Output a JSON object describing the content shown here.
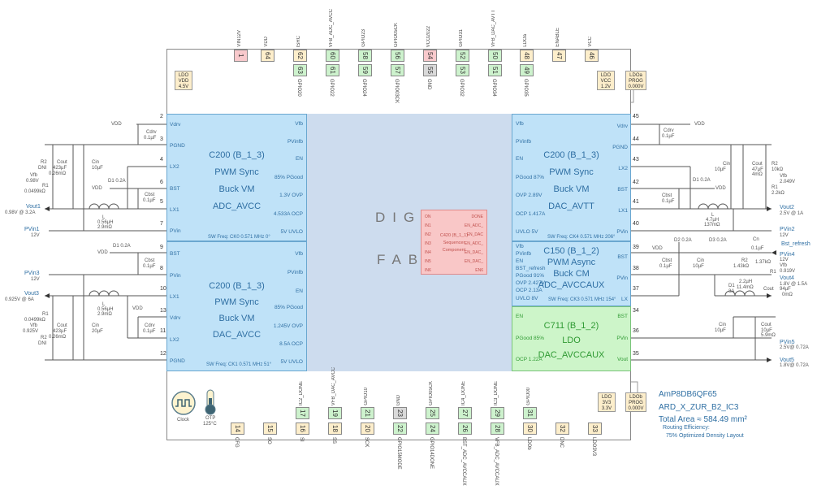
{
  "fabric": {
    "label_top": "DIGIT",
    "label_bottom": "FABR"
  },
  "blocks": [
    {
      "id": "c200-adc-avcc",
      "lines": [
        "C200 (B_1_3)",
        "PWM Sync",
        "Buck VM",
        "ADC_AVCC"
      ],
      "left_pins": [
        "Vdrv",
        "PGND",
        "LX2",
        "BST",
        "LX1",
        "PVin"
      ],
      "right_pins": [
        "Vfb",
        "PVinfb",
        "EN",
        "85% PGood",
        "1.3V OVP",
        "4.533A OCP",
        "5V UVLO"
      ],
      "sw_freq": "SW Freq: CK0 0.571 MHz 0°"
    },
    {
      "id": "c200-dac-avcc",
      "lines": [
        "C200 (B_1_3)",
        "PWM Sync",
        "Buck VM",
        "DAC_AVCC"
      ],
      "left_pins": [
        "BST",
        "PVin",
        "LX1",
        "Vdrv",
        "LX2",
        "PGND"
      ],
      "right_pins": [
        "Vfb",
        "PVinfb",
        "EN",
        "85% PGood",
        "1.245V OVP",
        "8.5A OCP",
        "5V UVLO"
      ],
      "sw_freq": "SW Freq: CK1 0.571 MHz 51°"
    },
    {
      "id": "c200-dac-avtt",
      "lines": [
        "C200 (B_1_3)",
        "PWM Sync",
        "Buck VM",
        "DAC_AVTT"
      ],
      "left_pins": [
        "Vfb",
        "PVinfb",
        "EN",
        "PGood 87%",
        "OVP 2.89V",
        "OCP 1.417A",
        "UVLO 5V"
      ],
      "right_pins": [
        "Vdrv",
        "PGND",
        "LX2",
        "BST",
        "LX1",
        "PVin"
      ],
      "sw_freq": "SW Freq: CK4 0.571 MHz 206°"
    },
    {
      "id": "c150-adc-avccaux",
      "lines": [
        "C150 (B_1_2)",
        "PWM Async",
        "Buck CM",
        "ADC_AVCCAUX"
      ],
      "left_pins": [
        "Vfb",
        "PVinfb",
        "EN",
        "BST_refresh",
        "PGood 91%",
        "OVP 2.427V",
        "OCP 2.13A",
        "UVLO 8V"
      ],
      "right_pins": [
        "BST",
        "PVin",
        "LX"
      ],
      "sw_freq": "SW Freq: CK3 0.571 MHz 154°"
    },
    {
      "id": "c711-dac-avccaux",
      "lines": [
        "C711 (B_1_2)",
        "LDO",
        "DAC_AVCCAUX"
      ],
      "left_pins": [
        "EN",
        "PGood 85%",
        "OCP 1.22A"
      ],
      "right_pins": [
        "BST",
        "PVin",
        "Vout"
      ]
    }
  ],
  "sequencer": {
    "name_lines": [
      "C420 (B_1_1)",
      "Sequencer",
      "Component"
    ],
    "inputs": [
      "ON",
      "IN1",
      "IN2",
      "IN3",
      "IN4",
      "IN5",
      "IN6"
    ],
    "outputs": [
      "DONE",
      "EN_ADC_",
      "EN_DAC",
      "EN_ADC_",
      "EN_DAC_",
      "EN_DAC_",
      "EN6"
    ]
  },
  "top_pins": [
    {
      "num": "1",
      "label": "VIN12V",
      "color": "pink",
      "row": 1
    },
    {
      "num": "64",
      "label": "VDD",
      "color": "tan",
      "row": 1
    },
    {
      "num": "62",
      "label": "ISRC",
      "color": "tan",
      "row": 1
    },
    {
      "num": "63",
      "label": "GPIO20",
      "color": "grn",
      "row": 2
    },
    {
      "num": "60",
      "label": "VFB_ADC_AVCC",
      "color": "grn",
      "row": 1
    },
    {
      "num": "61",
      "label": "GPIO22",
      "color": "grn",
      "row": 2
    },
    {
      "num": "58",
      "label": "GPIO23",
      "color": "grn",
      "row": 1
    },
    {
      "num": "59",
      "label": "GPIO24",
      "color": "grn",
      "row": 2
    },
    {
      "num": "56",
      "label": "GPIO05CK",
      "color": "grn",
      "row": 1
    },
    {
      "num": "57",
      "label": "GPIO03CK",
      "color": "grn",
      "row": 2
    },
    {
      "num": "54",
      "label": "VCO2022",
      "color": "pink",
      "row": 1
    },
    {
      "num": "55",
      "label": "GND",
      "color": "gry",
      "row": 2
    },
    {
      "num": "52",
      "label": "GPIO31",
      "color": "grn",
      "row": 1
    },
    {
      "num": "53",
      "label": "GPIO32",
      "color": "grn",
      "row": 2
    },
    {
      "num": "50",
      "label": "VFB_DAC_AVTT",
      "color": "grn",
      "row": 1
    },
    {
      "num": "51",
      "label": "GPIO34",
      "color": "grn",
      "row": 2
    },
    {
      "num": "48",
      "label": "LDOa",
      "color": "tan",
      "row": 1
    },
    {
      "num": "49",
      "label": "GPIO35",
      "color": "grn",
      "row": 2
    },
    {
      "num": "47",
      "label": "ENABLE",
      "color": "tan",
      "row": 1
    },
    {
      "num": "46",
      "label": "VCC",
      "color": "tan",
      "row": 1
    }
  ],
  "bottom_pins": [
    {
      "num": "14",
      "label": "CFG",
      "color": "tan",
      "row": 1
    },
    {
      "num": "15",
      "label": "SO",
      "color": "tan",
      "row": 1
    },
    {
      "num": "16",
      "label": "SI",
      "color": "tan",
      "row": 1
    },
    {
      "num": "17",
      "label": "IC2_DONE",
      "color": "grn",
      "row": 2
    },
    {
      "num": "18",
      "label": "SS",
      "color": "tan",
      "row": 1
    },
    {
      "num": "19",
      "label": "VFB_DAC_AVCC",
      "color": "grn",
      "row": 2
    },
    {
      "num": "20",
      "label": "SCK",
      "color": "tan",
      "row": 1
    },
    {
      "num": "21",
      "label": "GPIO10",
      "color": "grn",
      "row": 2
    },
    {
      "num": "22",
      "label": "GPIO15MODE",
      "color": "grn",
      "row": 1
    },
    {
      "num": "23",
      "label": "GND",
      "color": "gry",
      "row": 2
    },
    {
      "num": "24",
      "label": "GPIO14DONE",
      "color": "grn",
      "row": 1
    },
    {
      "num": "25",
      "label": "GPIO05CK",
      "color": "grn",
      "row": 2
    },
    {
      "num": "26",
      "label": "BST_ADC_AVCCAUX",
      "color": "grn",
      "row": 1
    },
    {
      "num": "27",
      "label": "IC4_DONE",
      "color": "grn",
      "row": 2
    },
    {
      "num": "28",
      "label": "VFB_ADC_AVCCAUX",
      "color": "grn",
      "row": 1
    },
    {
      "num": "29",
      "label": "IC3_DONE",
      "color": "grn",
      "row": 2
    },
    {
      "num": "30",
      "label": "LDOb",
      "color": "tan",
      "row": 1
    },
    {
      "num": "31",
      "label": "GPIO00",
      "color": "grn",
      "row": 2
    },
    {
      "num": "32",
      "label": "DNC",
      "color": "tan",
      "row": 1
    },
    {
      "num": "33",
      "label": "LDO3V3",
      "color": "tan",
      "row": 1
    }
  ],
  "ldo_boxes": {
    "vdd": [
      "LDO",
      "VDD",
      "4.5V"
    ],
    "vcc": [
      "LDO",
      "VCC",
      "1.2V"
    ],
    "ldoa": [
      "LDOa",
      "PROG",
      "0.000V"
    ],
    "v3v3": [
      "LDO",
      "3V3",
      "3.3V"
    ],
    "ldob": [
      "LDOb",
      "PROG",
      "0.000V"
    ]
  },
  "misc_icons": {
    "clock_label": "Clock",
    "otp_label": "OTP",
    "otp_value": "125°C"
  },
  "side_pin_numbers": {
    "left": [
      "2",
      "3",
      "4",
      "6",
      "5",
      "7",
      "9",
      "8",
      "10",
      "13",
      "11",
      "12"
    ],
    "right": [
      "45",
      "44",
      "43",
      "42",
      "41",
      "40",
      "39",
      "38",
      "37",
      "34",
      "36",
      "35"
    ]
  },
  "external": {
    "left_top": {
      "vdd1": "VDD",
      "cdrv": "Cdrv",
      "cdrv_val": "0.1µF",
      "r2": "R2",
      "r2_val": "DNI",
      "cout": "Cout",
      "cout_val": "423µF",
      "cout_esr": "0.26mΩ",
      "cin": "Cin",
      "cin_val": "10µF",
      "vfb": "Vfb",
      "vfb_val": "0.98V",
      "r1": "R1",
      "r1_val": "0.0499kΩ",
      "d1": "D1 0.2A",
      "vdd2": "VDD",
      "cbst": "Cbst",
      "cbst_val": "0.1µF",
      "vout": "Vout1",
      "vout_val": "0.98V @ 3.2A",
      "l": "L",
      "l_val": "0.56µH",
      "l_esr": "2.9mΩ",
      "pvin": "PVin1",
      "pvin_val": "12V"
    },
    "left_bottom": {
      "d1": "D1 0.2A",
      "vdd1": "VDD",
      "cbst": "Cbst",
      "cbst_val": "0.1µF",
      "pvin": "PVin3",
      "pvin_val": "12V",
      "vout": "Vout3",
      "vout_val": "0.925V @ 6A",
      "l": "L",
      "l_val": "0.56µH",
      "l_esr": "2.9mΩ",
      "vdd2": "VDD",
      "r1": "R1",
      "r1_val": "0.0499kΩ",
      "vfb": "Vfb",
      "vfb_val": "0.925V",
      "cout": "Cout",
      "cout_val": "423µF",
      "cout_esr": "0.26mΩ",
      "cin": "Cin",
      "cin_val": "20µF",
      "cdrv": "Cdrv",
      "cdrv_val": "0.1µF",
      "r2": "R2",
      "r2_val": "DNI"
    },
    "right_top": {
      "cdrv": "Cdrv",
      "cdrv_val": "0.1µF",
      "vdd1": "VDD",
      "cin": "Cin",
      "cin_val": "10µF",
      "cout": "Cout",
      "cout_val": "47µF",
      "cout_esr": "4mΩ",
      "r2": "R2",
      "r2_val": "10kΩ",
      "vfb": "Vfb",
      "vfb_val": "2.049V",
      "r1": "R1",
      "r1_val": "2.2kΩ",
      "d1": "D1 0.2A",
      "vdd2": "VDD",
      "cbst": "Cbst",
      "cbst_val": "0.1µF",
      "l": "L",
      "l_val": "4.7µH",
      "l_esr": "137mΩ",
      "vout": "Vout2",
      "vout_val": "2.5V @ 1A"
    },
    "right_mid": {
      "pvin2": "PVin2",
      "pvin2_val": "12V",
      "d2": "D2 0.2A",
      "d3": "D3 0.2A",
      "vdd": "VDD",
      "cn": "Cn",
      "cn_val": "0.1µF",
      "bst_refresh": "Bst_refresh",
      "pvin4": "PVin4",
      "pvin4_val": "12V",
      "cbst": "Cbst",
      "cbst_val": "0.1µF",
      "cin": "Cin",
      "cin_val": "10µF",
      "r2": "R2",
      "r2_val": "1.43kΩ",
      "r1_val": "1.37kΩ",
      "r1": "R1",
      "vfb": "Vfb",
      "vfb_val": "0.919V",
      "vout": "Vout4",
      "vout_val": "1.8V @ 1.5A",
      "d1": "D1",
      "d1_val": "3A",
      "l_val": "2.2µH",
      "l_esr": "11.4mΩ",
      "cout": "Cout",
      "cout_val": "94µF",
      "cout_esr": "0mΩ"
    },
    "right_bottom": {
      "cin": "Cin",
      "cin_val": "10µF",
      "cout": "Cout",
      "cout_val": "10µF",
      "cout_esr": "5.9mΩ",
      "pvin": "PVin5",
      "pvin_val": "2.5V@ 0.72A",
      "vout": "Vout5",
      "vout_val": "1.8V@ 0.72A"
    }
  },
  "info": {
    "part": "AmP8DB6QF65",
    "design": "ARD_X_ZUR_B2_IC3",
    "area": "Total Area ≈ 584.49 mm²",
    "routing_label": "Routing Efficiency:",
    "routing_value": "75% Optimized Density Layout"
  },
  "colors": {
    "block_blue": "#bfe2f8",
    "block_green": "#cdf5c9",
    "fabric": "#cddcee",
    "wire": "#5b9bd5",
    "text_blue": "#2f6fa3"
  }
}
